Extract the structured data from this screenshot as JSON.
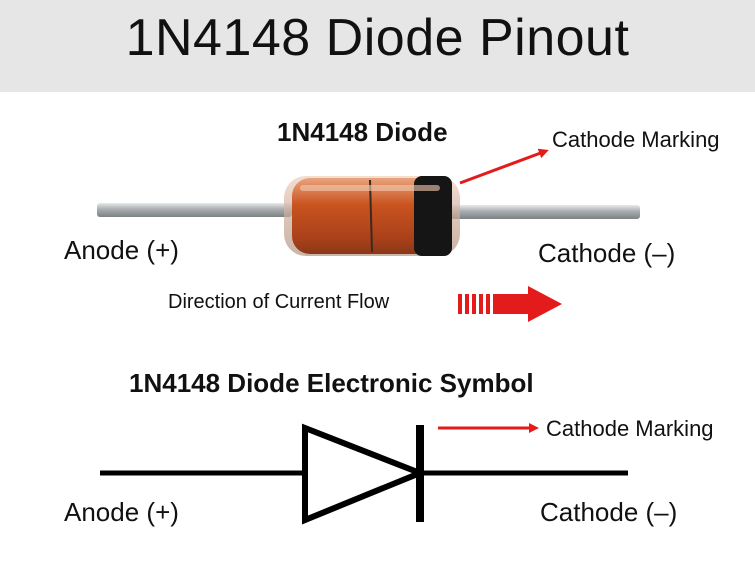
{
  "title": "1N4148 Diode Pinout",
  "photo": {
    "heading": "1N4148 Diode",
    "cathode_marking": "Cathode Marking",
    "anode_label": "Anode (+)",
    "cathode_label": "Cathode (–)",
    "current_flow": "Direction of Current Flow"
  },
  "symbol": {
    "heading": "1N4148 Diode Electronic Symbol",
    "cathode_marking": "Cathode Marking",
    "anode_label": "Anode (+)",
    "cathode_label": "Cathode (–)"
  },
  "colors": {
    "header_bg": "#e6e6e6",
    "arrow_red": "#e31b1b",
    "diode_body": "#c9541f",
    "cathode_band": "#1a1a1a",
    "lead": "#b5b8ba"
  }
}
